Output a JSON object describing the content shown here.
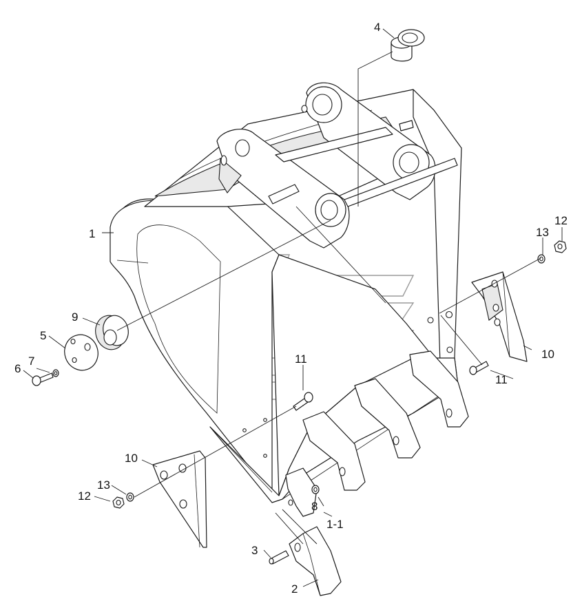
{
  "callouts": {
    "c1": "1",
    "c1_1": "1-1",
    "c2": "2",
    "c3": "3",
    "c4": "4",
    "c5": "5",
    "c6": "6",
    "c7": "7",
    "c8": "8",
    "c9": "9",
    "c10_left": "10",
    "c10_right": "10",
    "c11_center": "11",
    "c11_right": "11",
    "c12_left": "12",
    "c12_right": "12",
    "c13_left": "13",
    "c13_right": "13"
  }
}
